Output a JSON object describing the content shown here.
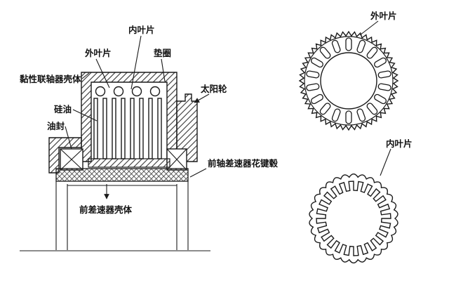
{
  "cross_section": {
    "labels": {
      "inner_plate": "内叶片",
      "outer_plate": "外叶片",
      "washer": "垫圈",
      "housing": "黏性联轴器壳体",
      "silicone_oil": "硅油",
      "oil_seal": "油封",
      "sun_gear": "太阳轮",
      "spline_hub": "前轴差速器花键毂",
      "front_diff_housing": "前差速器壳体"
    }
  },
  "plate_views": {
    "outer_plate_label": "外叶片",
    "inner_plate_label": "内叶片"
  },
  "colors": {
    "line": "#1a1a1a",
    "background": "#ffffff"
  }
}
